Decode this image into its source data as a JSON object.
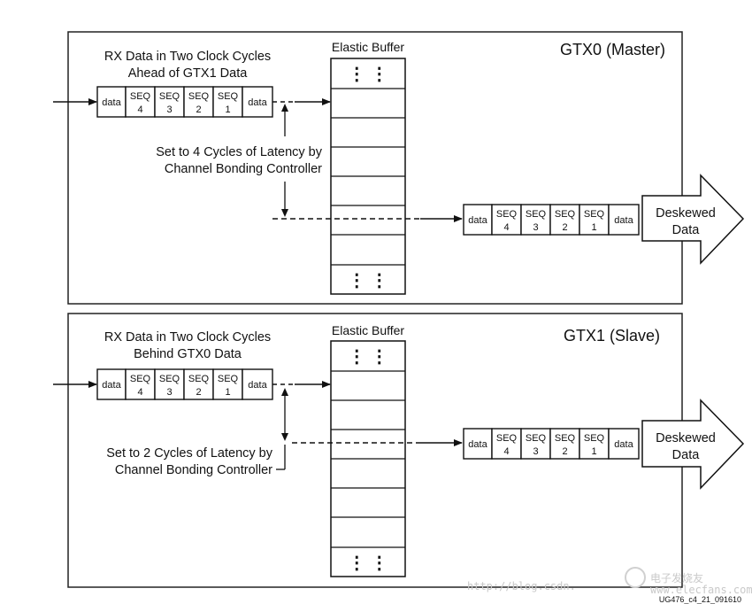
{
  "panels": [
    {
      "title": "GTX0 (Master)",
      "rx_label_line1": "RX Data in Two Clock Cycles",
      "rx_label_line2": "Ahead of GTX1 Data",
      "latency_line1": "Set to 4 Cycles of Latency by",
      "latency_line2": "Channel Bonding Controller",
      "buffer_label": "Elastic Buffer",
      "output_label_line1": "Deskewed",
      "output_label_line2": "Data"
    },
    {
      "title": "GTX1 (Slave)",
      "rx_label_line1": "RX Data in Two Clock Cycles",
      "rx_label_line2": "Behind GTX0 Data",
      "latency_line1": "Set to 2 Cycles of Latency by",
      "latency_line2": "Channel Bonding Controller",
      "buffer_label": "Elastic Buffer",
      "output_label_line1": "Deskewed",
      "output_label_line2": "Data"
    }
  ],
  "data_cell": "data",
  "seq_word": "SEQ",
  "seq_numbers": [
    "4",
    "3",
    "2",
    "1"
  ],
  "ellipsis": "⋮ ⋮",
  "figure_id": "UG476_c4_21_091610",
  "watermark_url": "http://blog.csdn.",
  "watermark_logo": "电子发烧友",
  "watermark_site": "www.elecfans.com"
}
